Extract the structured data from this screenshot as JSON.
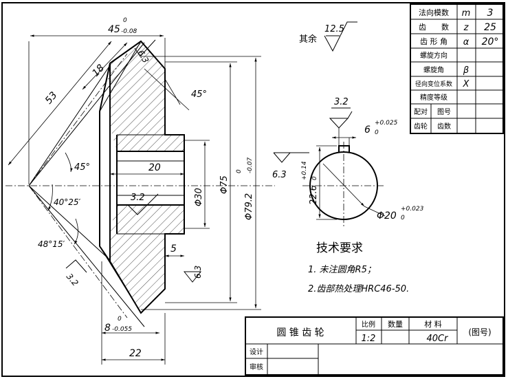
{
  "param_table": {
    "rows": [
      {
        "label": "法向模数",
        "symbol": "m",
        "value": "3"
      },
      {
        "label": "齿　　数",
        "symbol": "z",
        "value": "25"
      },
      {
        "label": "齿 形 角",
        "symbol": "α",
        "value": "20°"
      },
      {
        "label": "螺旋方向",
        "symbol": "",
        "value": ""
      },
      {
        "label": "螺旋角",
        "symbol": "β",
        "value": ""
      },
      {
        "label": "径向变位系数",
        "symbol": "X",
        "value": ""
      },
      {
        "label": "精度等级",
        "symbol": "",
        "value": ""
      }
    ],
    "pair_label": "配对\n齿轮",
    "pair_label_a": "配对",
    "pair_label_b": "齿轮",
    "pair_drawing_no": "图号",
    "pair_teeth": "齿数"
  },
  "roughness_rest": {
    "label": "其余",
    "value": "12.5"
  },
  "dimensions": {
    "len_45": "45",
    "len_45_tol_up": "0",
    "len_45_tol_dn": "-0.08",
    "len_53": "53",
    "len_18": "18",
    "angle_45_top": "45°",
    "angle_45_mid": "45°",
    "angle_40_25": "40°25′",
    "angle_48_15": "48°15′",
    "len_20": "20",
    "dia_30": "Φ30",
    "dia_75": "Φ75",
    "dia_79_2": "Φ79.2",
    "dia_79_2_tol_up": "0",
    "dia_79_2_tol_dn": "-0.07",
    "len_5": "5",
    "len_8": "8",
    "len_8_tol_up": "0",
    "len_8_tol_dn": "-0.055",
    "len_22": "22",
    "rough_6_3_a": "6.3",
    "rough_3_2_a": "3.2",
    "rough_3_2_b": "3.2",
    "rough_6_3_b": "6.3"
  },
  "section_view": {
    "key_width": "6",
    "key_width_tol_up": "+0.025",
    "key_width_tol_dn": "0",
    "key_depth": "22.6",
    "key_depth_tol_up": "+0.14",
    "key_depth_tol_dn": "0",
    "bore": "Φ20",
    "bore_tol_up": "+0.023",
    "bore_tol_dn": "0",
    "rough_3_2": "3.2",
    "rough_6_3": "6.3"
  },
  "tech_req": {
    "title": "技术要求",
    "item1": "1. 未注圆角R5；",
    "item2": "2.齿部热处理HRC46-50."
  },
  "title_block": {
    "part_name": "圆 锥 齿 轮",
    "scale_label": "比例",
    "qty_label": "数量",
    "material_label": "材 料",
    "drawing_no": "(图号)",
    "scale_value": "1:2",
    "qty_value": "",
    "material_value": "40Cr",
    "design_label": "设计",
    "review_label": "审核"
  }
}
